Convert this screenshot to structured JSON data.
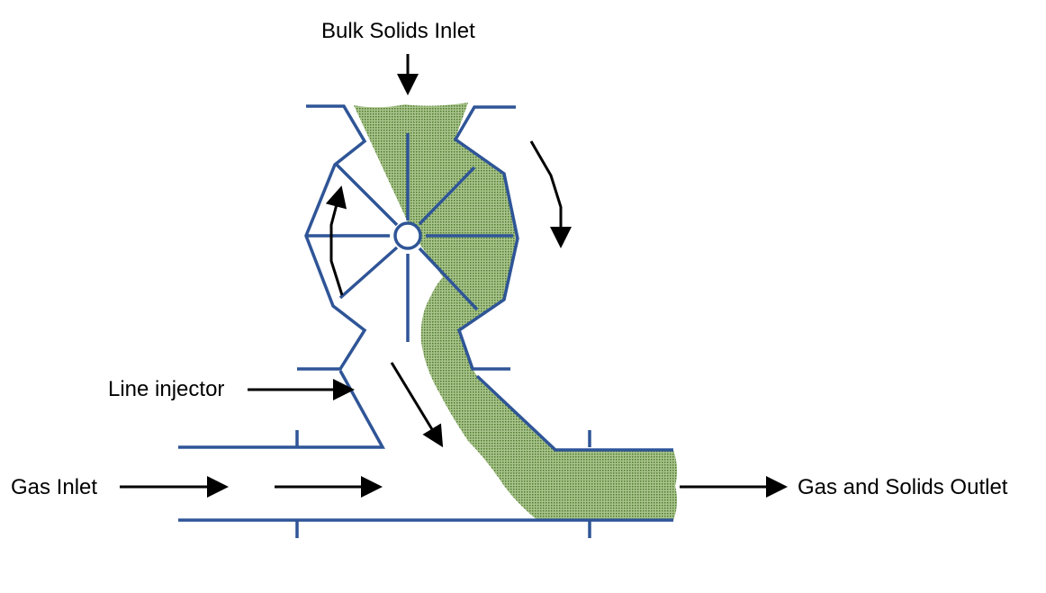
{
  "labels": {
    "bulk_solids_inlet": "Bulk Solids Inlet",
    "line_injector": "Line injector",
    "gas_inlet": "Gas Inlet",
    "outlet": "Gas and Solids Outlet"
  },
  "colors": {
    "structure": "#2f5597",
    "solids": "#7fa35c",
    "arrow": "#000000"
  }
}
